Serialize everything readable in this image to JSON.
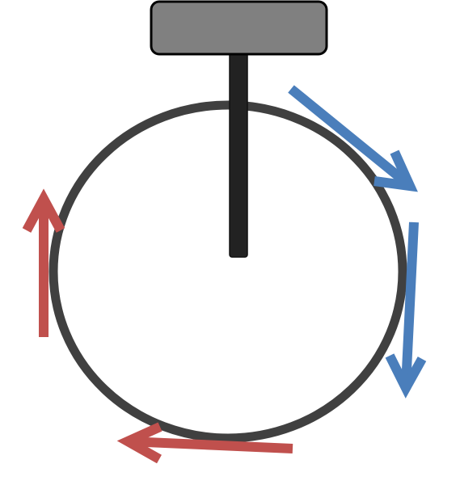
{
  "diagram": {
    "colors": {
      "background": "#ffffff",
      "wheel_stroke": "#404040",
      "handle_fill": "#808080",
      "handle_outline": "#000000",
      "rod_fill": "#222222",
      "blue_arrow": "#4a7ebb",
      "red_arrow": "#c0504d"
    },
    "components": {
      "wheel": "ring-outline",
      "handle": "rectangular-handle",
      "rod": "vertical-rod"
    },
    "arrows": [
      {
        "id": "blue-upper",
        "color": "blue",
        "direction": "down-right"
      },
      {
        "id": "blue-right",
        "color": "blue",
        "direction": "down"
      },
      {
        "id": "red-bottom",
        "color": "red",
        "direction": "left"
      },
      {
        "id": "red-left",
        "color": "red",
        "direction": "up"
      }
    ]
  }
}
